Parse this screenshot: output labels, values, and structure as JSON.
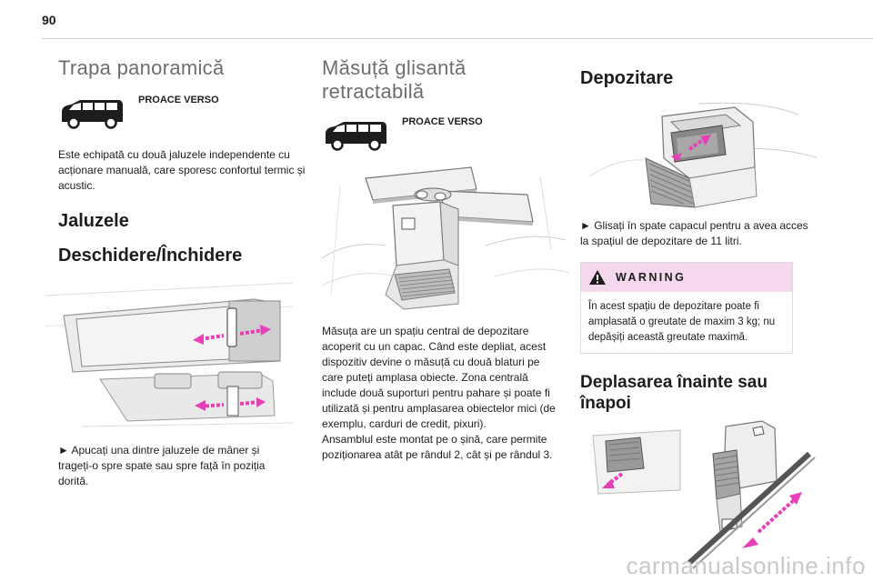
{
  "page": {
    "number": "90"
  },
  "col1": {
    "title": "Trapa panoramică",
    "model": "PROACE VERSO",
    "intro": "Este echipată cu două jaluzele independente cu acționare manuală, care sporesc confortul termic și acustic.",
    "h_jaluzele": "Jaluzele",
    "h_deschidere": "Deschidere/Închidere",
    "instr_line1": "► Apucați una dintre jaluzele de mâner și",
    "instr_line2": "trageți-o spre spate sau spre față în poziția",
    "instr_line3": "dorită."
  },
  "col2": {
    "title_line1": "Măsuță glisantă",
    "title_line2": "retractabilă",
    "model": "PROACE VERSO",
    "lines": [
      "Măsuța are un spațiu central de depozitare",
      "acoperit cu un capac. Când este depliat, acest",
      "dispozitiv devine o măsuță cu două blaturi pe",
      "care puteți amplasa obiecte. Zona centrală",
      "include două suporturi pentru pahare și poate fi",
      "utilizată și pentru amplasarea obiectelor mici (de",
      "exemplu, carduri de credit, pixuri).",
      "Ansamblul este montat pe o șină, care permite",
      "poziționarea atât pe rândul 2, cât și pe rândul 3."
    ]
  },
  "col3": {
    "title": "Depozitare",
    "instr_line1": "► Glisați în spate capacul pentru a avea acces",
    "instr_line2": "la spațiul de depozitare de 11 litri.",
    "warning_title": "WARNING",
    "warning_line1": "În acest spațiu de depozitare poate fi",
    "warning_line2": "amplasată o greutate de maxim 3 kg; nu",
    "warning_line3": "depășiți această greutate maximă.",
    "h_move_line1": "Deplasarea înainte sau",
    "h_move_line2": "înapoi"
  },
  "colors": {
    "accent_pink": "#e63fb8",
    "warning_bg": "#f5d7ee",
    "title_grey": "#6e6e6e"
  },
  "watermark": "carmanualsonline.info"
}
